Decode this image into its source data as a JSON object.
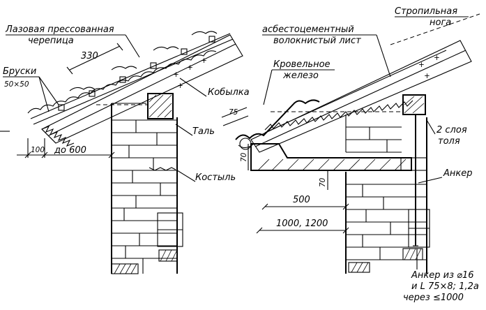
{
  "left_detail": {
    "tile_label_line1": "Лазовая прессованная",
    "tile_label_line2": "черепица",
    "dim_tile_spacing": "330",
    "bars_label_line1": "Бруски",
    "bars_label_line2": "50×50",
    "kobylka_label": "Кобылка",
    "tal_label": "Таль",
    "dim_overhang_small": "100",
    "dim_overhang_large": "до 600",
    "kostyl_label": "Костыль"
  },
  "right_detail": {
    "rafter_label_line1": "Стропильная",
    "rafter_label_line2": "нога",
    "sheet_label_line1": "асбестоцементный",
    "sheet_label_line2": "волокнистый лист",
    "roof_iron_line1": "Кровельное",
    "roof_iron_line2": "железо",
    "dim_75": "75",
    "dim_70_left": "70",
    "dim_70_right": "70",
    "felt_label_line1": "2 слоя",
    "felt_label_line2": "толя",
    "anchor_label": "Анкер",
    "dim_500": "500",
    "dim_1000_1200": "1000, 1200",
    "anchor_note_line1": "Анкер из ⌀16",
    "anchor_note_line2": "и L 75×8; 1,2а",
    "anchor_note_line3": "через ≤1000"
  }
}
